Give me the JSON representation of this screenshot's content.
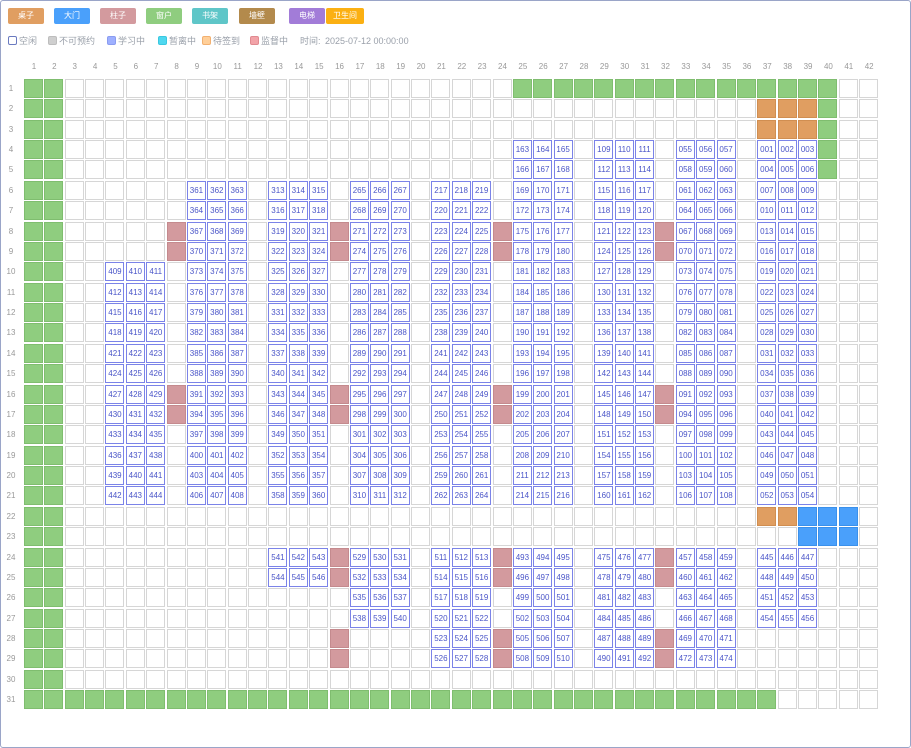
{
  "toolbar": {
    "buttons": [
      {
        "label": "桌子",
        "color": "#e09e61"
      },
      {
        "label": "大门",
        "color": "#4aa0fb"
      },
      {
        "label": "柱子",
        "color": "#d39a9e"
      },
      {
        "label": "窗户",
        "color": "#8fcd7f"
      },
      {
        "label": "书架",
        "color": "#5fc6c8"
      },
      {
        "label": "墙壁",
        "color": "#b38a4c"
      },
      {
        "label": "电梯",
        "color": "#a27cd8"
      },
      {
        "label": "卫生间",
        "color": "#fbb012"
      }
    ]
  },
  "legend": {
    "items": [
      {
        "label": "空闲",
        "fill": "#ffffff",
        "border": "#6a7ac0"
      },
      {
        "label": "不可预约",
        "fill": "#cfcfcf",
        "border": "#bdbdbd"
      },
      {
        "label": "学习中",
        "fill": "#9eb0ff",
        "border": "#8a9cf0"
      },
      {
        "label": "暂离中",
        "fill": "#4fd8f0",
        "border": "#3ac8e0"
      },
      {
        "label": "待签到",
        "fill": "#ffcf99",
        "border": "#f2b070"
      },
      {
        "label": "监督中",
        "fill": "#f2a3a8",
        "border": "#e08a90"
      }
    ],
    "time_label": "时间:",
    "time_value": "2025-07-12 00:00:00"
  },
  "grid": {
    "cols": 42,
    "rows": 31
  }
}
